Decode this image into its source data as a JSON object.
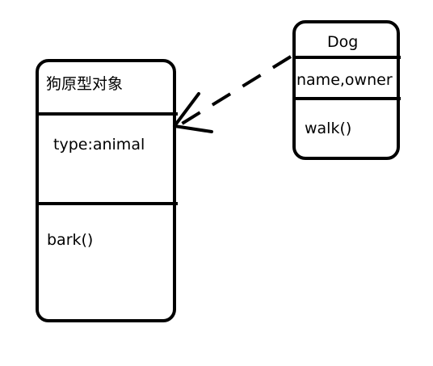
{
  "prototype_box": {
    "title": "狗原型对象",
    "attribute": "type:animal",
    "method": "bark()"
  },
  "dog_box": {
    "title": "Dog",
    "attribute": "name,owner",
    "method": "walk()"
  },
  "stroke_color": "#000000",
  "background_color": "#ffffff"
}
